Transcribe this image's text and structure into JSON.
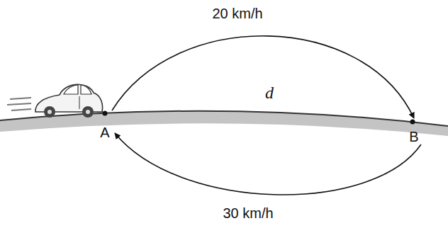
{
  "diagram": {
    "nodes": [
      {
        "text": [
          "A"
        ]
      },
      {
        "text": [
          "B"
        ]
      }
    ],
    "edges": [
      {
        "from": 0,
        "to": 1,
        "arrow": "to",
        "label": "20 km/h"
      },
      {
        "from": 1,
        "to": 0,
        "arrow": "to",
        "label": "30 km/h"
      }
    ],
    "labels": [
      "d"
    ]
  }
}
